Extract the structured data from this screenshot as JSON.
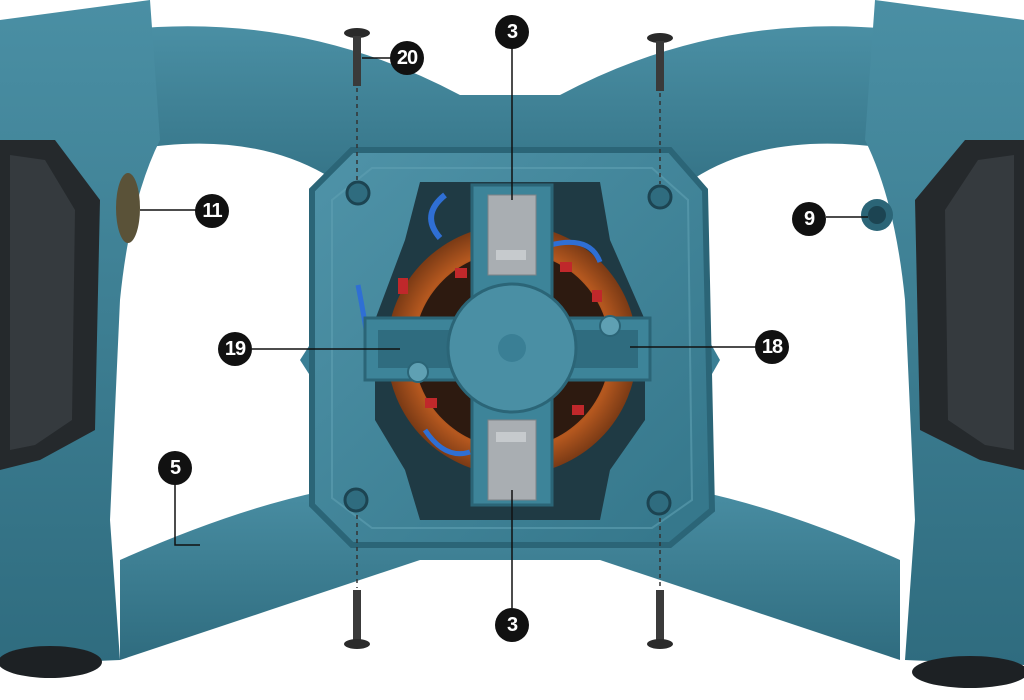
{
  "diagram": {
    "callouts": [
      {
        "id": "c20",
        "label": "20"
      },
      {
        "id": "c3-top",
        "label": "3"
      },
      {
        "id": "c11",
        "label": "11"
      },
      {
        "id": "c9",
        "label": "9"
      },
      {
        "id": "c19",
        "label": "19"
      },
      {
        "id": "c18",
        "label": "18"
      },
      {
        "id": "c5",
        "label": "5"
      },
      {
        "id": "c3-bottom",
        "label": "3"
      }
    ]
  },
  "colors": {
    "housing": "#3a7f95",
    "housing_dark": "#2b6577",
    "housing_light": "#5fa0b3",
    "grip": "#25292c",
    "copper": "#b5581f",
    "coil_red": "#c0282b",
    "wire_blue": "#2f6fd4",
    "brush_metal": "#a9aeb2",
    "callout": "#111111"
  }
}
